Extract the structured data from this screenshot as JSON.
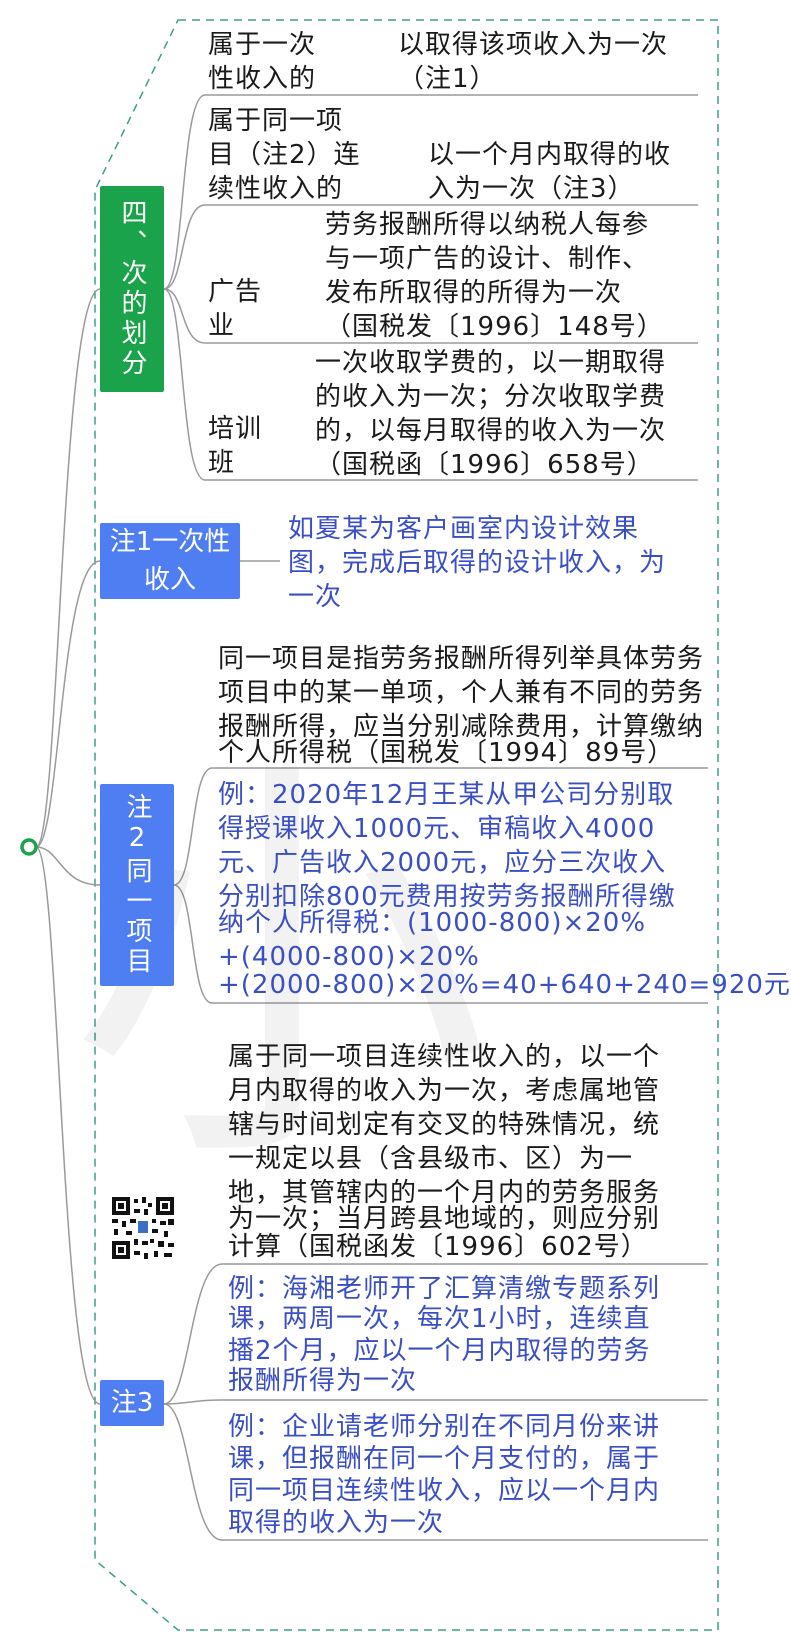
{
  "watermark": "小",
  "colors": {
    "green": "#1aa34a",
    "blue_node": "#4f7df2",
    "blue_text": "#3b4fc4",
    "border": "#3d9e8e"
  },
  "section4": {
    "title": "四、次的划分",
    "rows": [
      {
        "label": [
          "属于一次",
          "性收入的"
        ],
        "content": [
          "以取得该项收入为一次",
          "（注1）"
        ]
      },
      {
        "label": [
          "属于同一项",
          "目（注2）连",
          "续性收入的"
        ],
        "content": [
          "以一个月内取得的收",
          "入为一次（注3）"
        ]
      },
      {
        "label": [
          "广告",
          "业"
        ],
        "content": [
          "劳务报酬所得以纳税人每参",
          "与一项广告的设计、制作、",
          "发布所取得的所得为一次",
          "（国税发〔1996〕148号）"
        ]
      },
      {
        "label": [
          "培训",
          "班"
        ],
        "content": [
          "一次收取学费的，以一期取得",
          "的收入为一次；分次收取学费",
          "的，以每月取得的收入为一次",
          "（国税函〔1996〕658号）"
        ]
      }
    ]
  },
  "note1": {
    "title": "注1一次性收入",
    "lines": [
      "如夏某为客户画室内设计效果",
      "图，完成后取得的设计收入，为",
      "一次"
    ]
  },
  "note2": {
    "title": "注2同一项目",
    "desc": [
      "同一项目是指劳务报酬所得列举具体劳务",
      "项目中的某一单项，个人兼有不同的劳务",
      "报酬所得，应当分别减除费用，计算缴纳",
      "个人所得税（国税发〔1994〕89号）"
    ],
    "example": [
      "例：2020年12月王某从甲公司分别取",
      "得授课收入1000元、审稿收入4000",
      "元、广告收入2000元，应分三次收入",
      "分别扣除800元费用按劳务报酬所得缴",
      "纳个人所得税：(1000-800)×20%",
      "+(4000-800)×20%",
      "+(2000-800)×20%=40+640+240=920元"
    ]
  },
  "note3": {
    "title": "注3",
    "desc": [
      "属于同一项目连续性收入的，以一个",
      "月内取得的收入为一次，考虑属地管",
      "辖与时间划定有交叉的特殊情况，统",
      "一规定以县（含县级市、区）为一",
      "地，其管辖内的一个月内的劳务服务",
      "为一次；当月跨县地域的，则应分别",
      "计算（国税函发〔1996〕602号）"
    ],
    "example1": [
      "例：海湘老师开了汇算清缴专题系列",
      "课，两周一次，每次1小时，连续直",
      "播2个月，应以一个月内取得的劳务",
      "报酬所得为一次"
    ],
    "example2": [
      "例：企业请老师分别在不同月份来讲",
      "课，但报酬在同一个月支付的，属于",
      "同一项目连续性收入，应以一个月内",
      "取得的收入为一次"
    ]
  }
}
